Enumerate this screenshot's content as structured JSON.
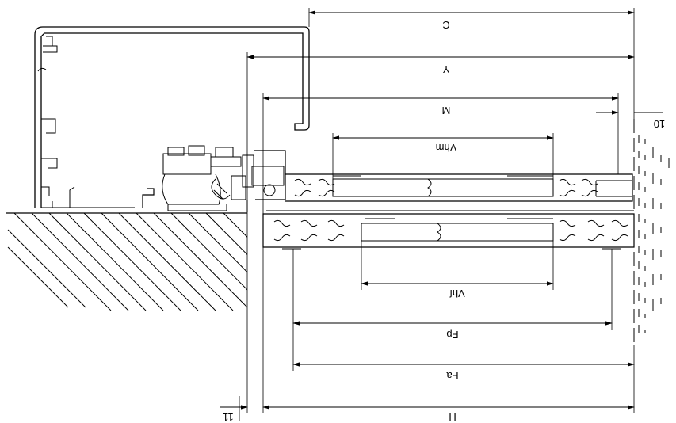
{
  "dimensions": {
    "C": "C",
    "Y": "Y",
    "M": "M",
    "Vhm": "Vhm",
    "Vhf": "Vhf",
    "Fp": "Fp",
    "Fa": "Fa",
    "H": "H",
    "ten": "10",
    "eleven": "11"
  }
}
